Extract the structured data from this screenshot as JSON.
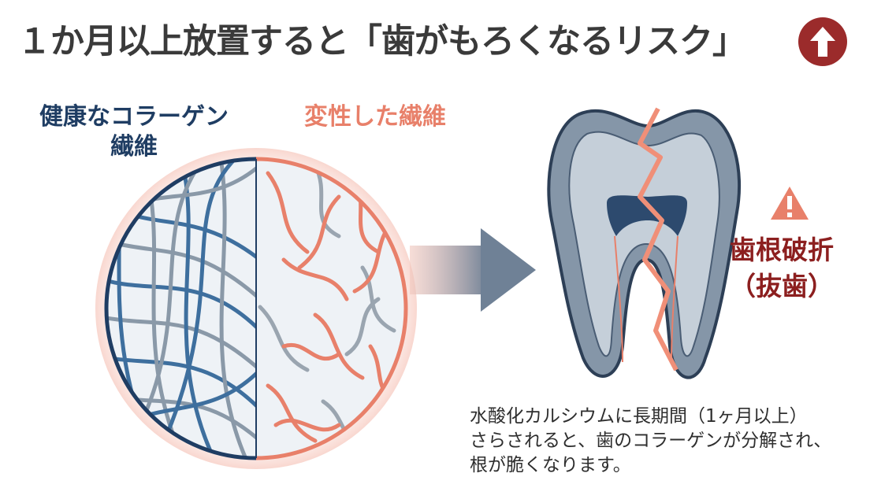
{
  "title": "１か月以上放置すると「歯がもろくなるリスク」",
  "badge": {
    "icon": "up-arrow-icon",
    "color": "#9b2b2b"
  },
  "healthy_label": {
    "line1": "健康なコラーゲン",
    "line2": "繊維",
    "color": "#1f3d63"
  },
  "damaged_label": {
    "line1": "変性した繊維",
    "color": "#e8806a"
  },
  "fracture_label": {
    "line1": "歯根破折",
    "line2": "（抜歯）",
    "color": "#8c1f1f"
  },
  "warning_icon": "warning-triangle-icon",
  "caption": {
    "line1": "水酸化カルシウムに長期間（1ヶ月以上）",
    "line2": "さらされると、歯のコラーゲンが分解され、",
    "line3": "根が脆くなります。"
  }
}
